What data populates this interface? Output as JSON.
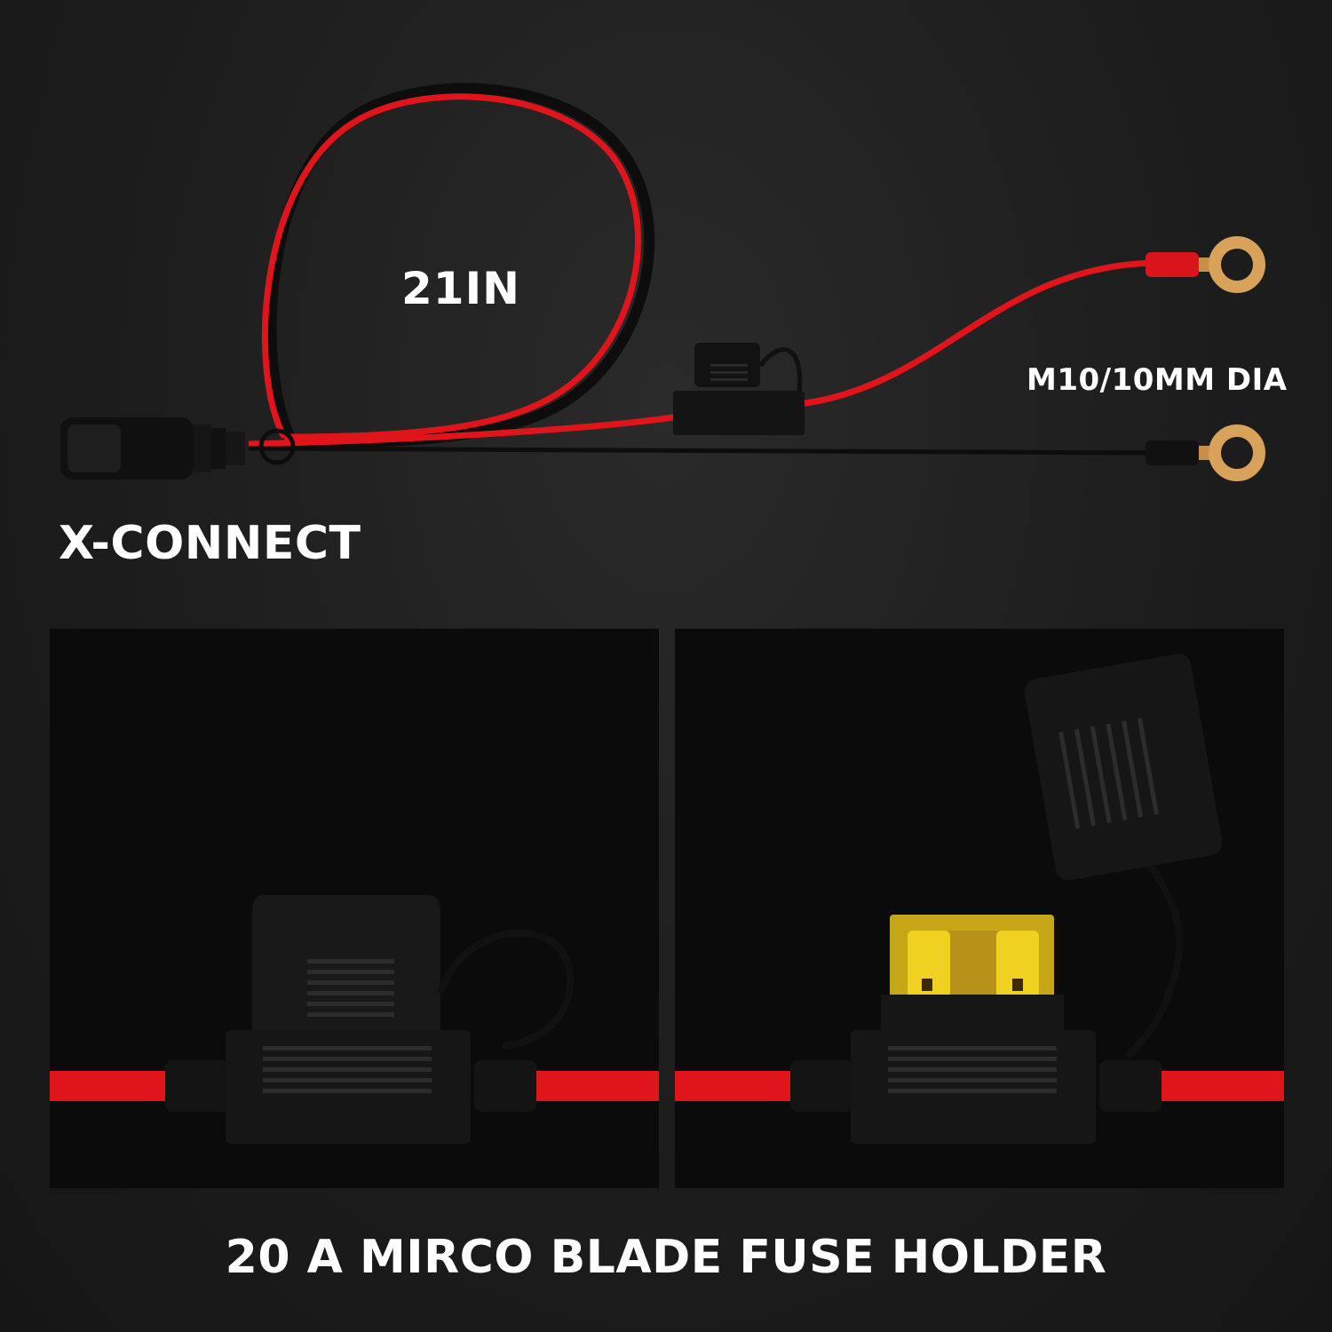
{
  "labels": {
    "cable_length": "21IN",
    "ring_terminal": "M10/10MM DIA",
    "connector": "X-CONNECT",
    "caption": "20 A MIRCO BLADE FUSE HOLDER"
  },
  "colors": {
    "background": "#1c1c1c",
    "wire_red": "#e0141b",
    "wire_black": "#0d0d0d",
    "terminal_copper": "#d9a25a",
    "fuse_yellow": "#e8c21a",
    "text": "#ffffff"
  }
}
